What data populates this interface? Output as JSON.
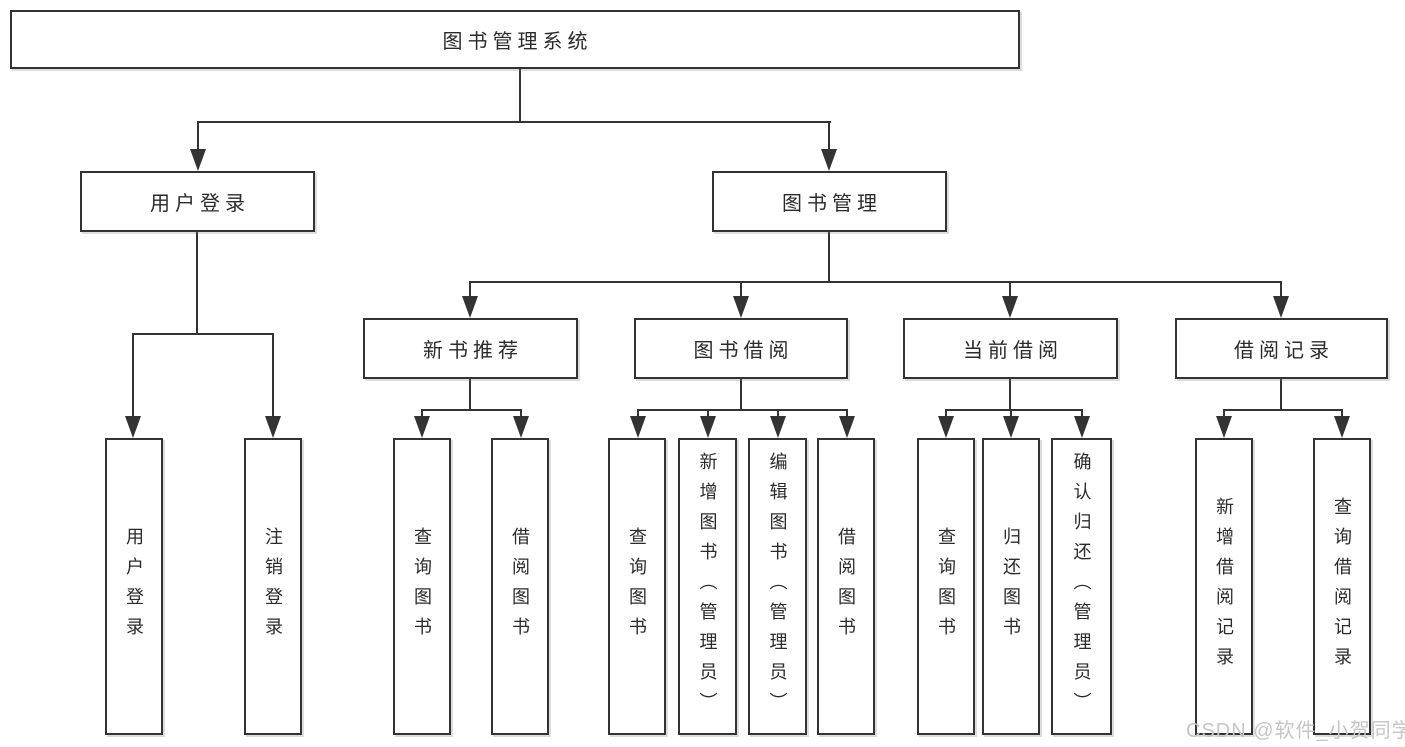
{
  "diagram": {
    "root": "图书管理系统",
    "branches": {
      "user_login": "用户登录",
      "book_mgmt": "图书管理"
    },
    "modules": [
      "新书推荐",
      "图书借阅",
      "当前借阅",
      "借阅记录"
    ],
    "leaves": {
      "user_login": [
        "用户登录",
        "注销登录"
      ],
      "new_books": [
        "查询图书",
        "借阅图书"
      ],
      "book_borrow": [
        "查询图书",
        "新增图书（管理员）",
        "编辑图书（管理员）",
        "借阅图书"
      ],
      "current_borrow": [
        "查询图书",
        "归还图书",
        "确认归还（管理员）"
      ],
      "borrow_records": [
        "新增借阅记录",
        "查询借阅记录"
      ]
    },
    "watermark": "CSDN @软件_小贺同学",
    "colors": {
      "line": "#333333",
      "text": "#2b2b2b",
      "watermark": "#c6c6c6",
      "background": "#ffffff"
    }
  }
}
